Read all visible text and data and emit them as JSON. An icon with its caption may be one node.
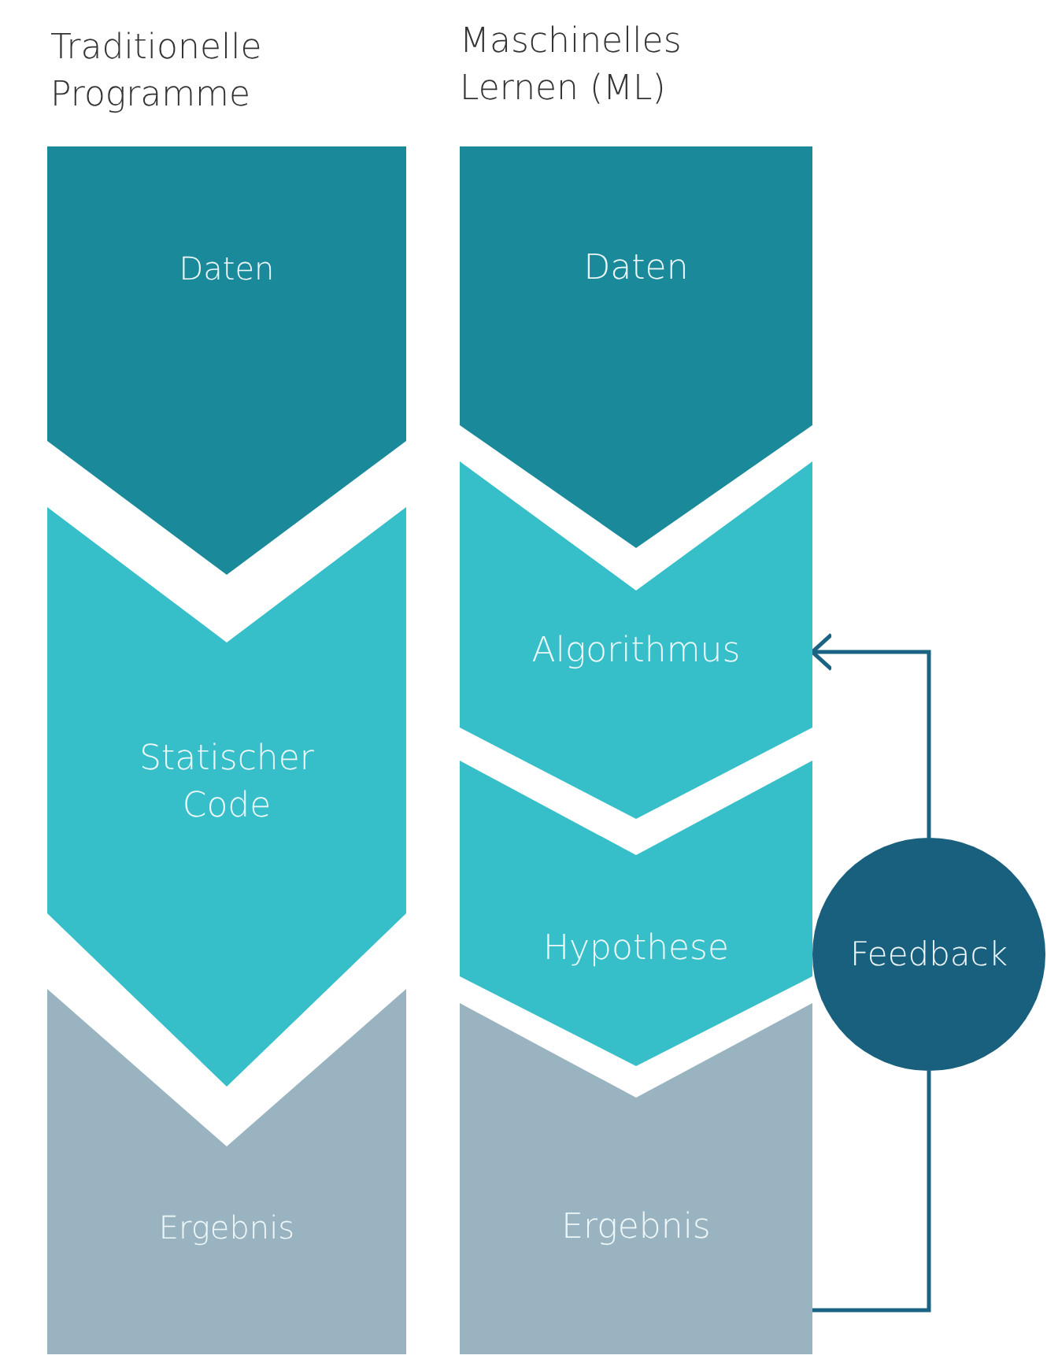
{
  "diagram": {
    "nodes": [
      {
        "text": [
          "Daten"
        ]
      },
      {
        "text": [
          "Statischer Code"
        ]
      },
      {
        "text": [
          "Ergebnis"
        ]
      },
      {
        "text": [
          "Daten"
        ]
      },
      {
        "text": [
          "Algorithmus"
        ]
      },
      {
        "text": [
          "Hypothese"
        ]
      },
      {
        "text": [
          "Ergebnis"
        ]
      },
      {
        "text": [
          "Feedback"
        ]
      }
    ],
    "edges": [
      {
        "from": 6,
        "to": 7,
        "arrow": "none"
      },
      {
        "from": 7,
        "to": 4,
        "arrow": "to"
      }
    ],
    "labels": [
      "Traditionelle Programme",
      "Maschinelles Lernen (ML)"
    ]
  }
}
